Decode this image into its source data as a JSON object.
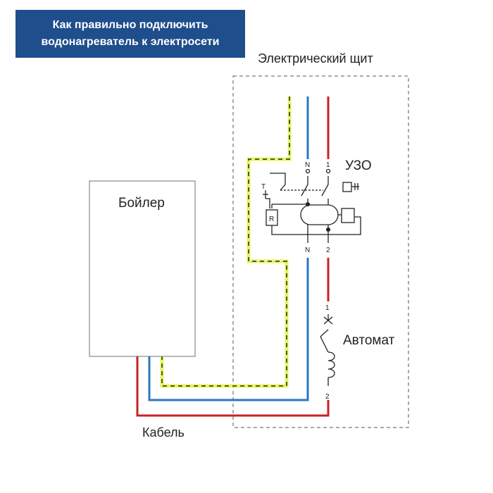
{
  "title": {
    "line1": "Как правильно подключить",
    "line2": "водонагреватель к электросети"
  },
  "labels": {
    "panel": "Электрический щит",
    "boiler": "Бойлер",
    "rcd": "УЗО",
    "breaker": "Автомат",
    "cable": "Кабель"
  },
  "rcd_terminals": {
    "neutral_in": "N",
    "phase_in": "1",
    "neutral_out": "N",
    "phase_out": "2",
    "test_button": "T",
    "resistor": "R"
  },
  "breaker_terminals": {
    "in": "1",
    "out": "2"
  },
  "colors": {
    "title_bg": "#1f4e8c",
    "phase_wire": "#c8202a",
    "neutral_wire": "#2a78c0",
    "ground_wire_yellow": "#f2ef60",
    "ground_wire_green": "#2f6b2f",
    "panel_border": "#555555"
  }
}
